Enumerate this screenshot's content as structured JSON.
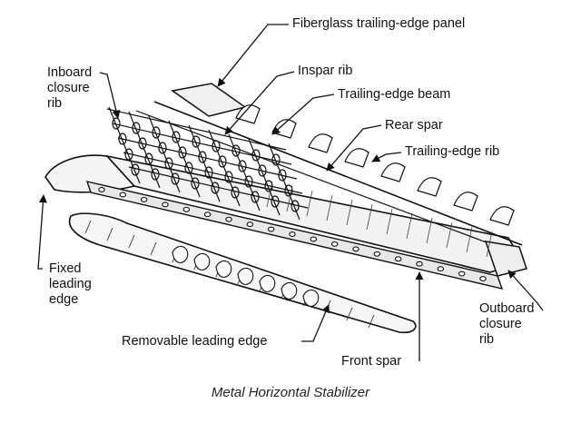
{
  "labels": {
    "fiberglass_panel": "Fiberglass trailing-edge panel",
    "inboard_closure_rib": "Inboard\nclosure\nrib",
    "inspar_rib": "Inspar rib",
    "trailing_edge_beam": "Trailing-edge beam",
    "rear_spar": "Rear spar",
    "trailing_edge_rib": "Trailing-edge rib",
    "fixed_leading_edge": "Fixed\nleading\nedge",
    "outboard_closure_rib": "Outboard\nclosure\nrib",
    "removable_leading_edge": "Removable leading edge",
    "front_spar": "Front spar"
  },
  "caption": "Metal Horizontal Stabilizer"
}
